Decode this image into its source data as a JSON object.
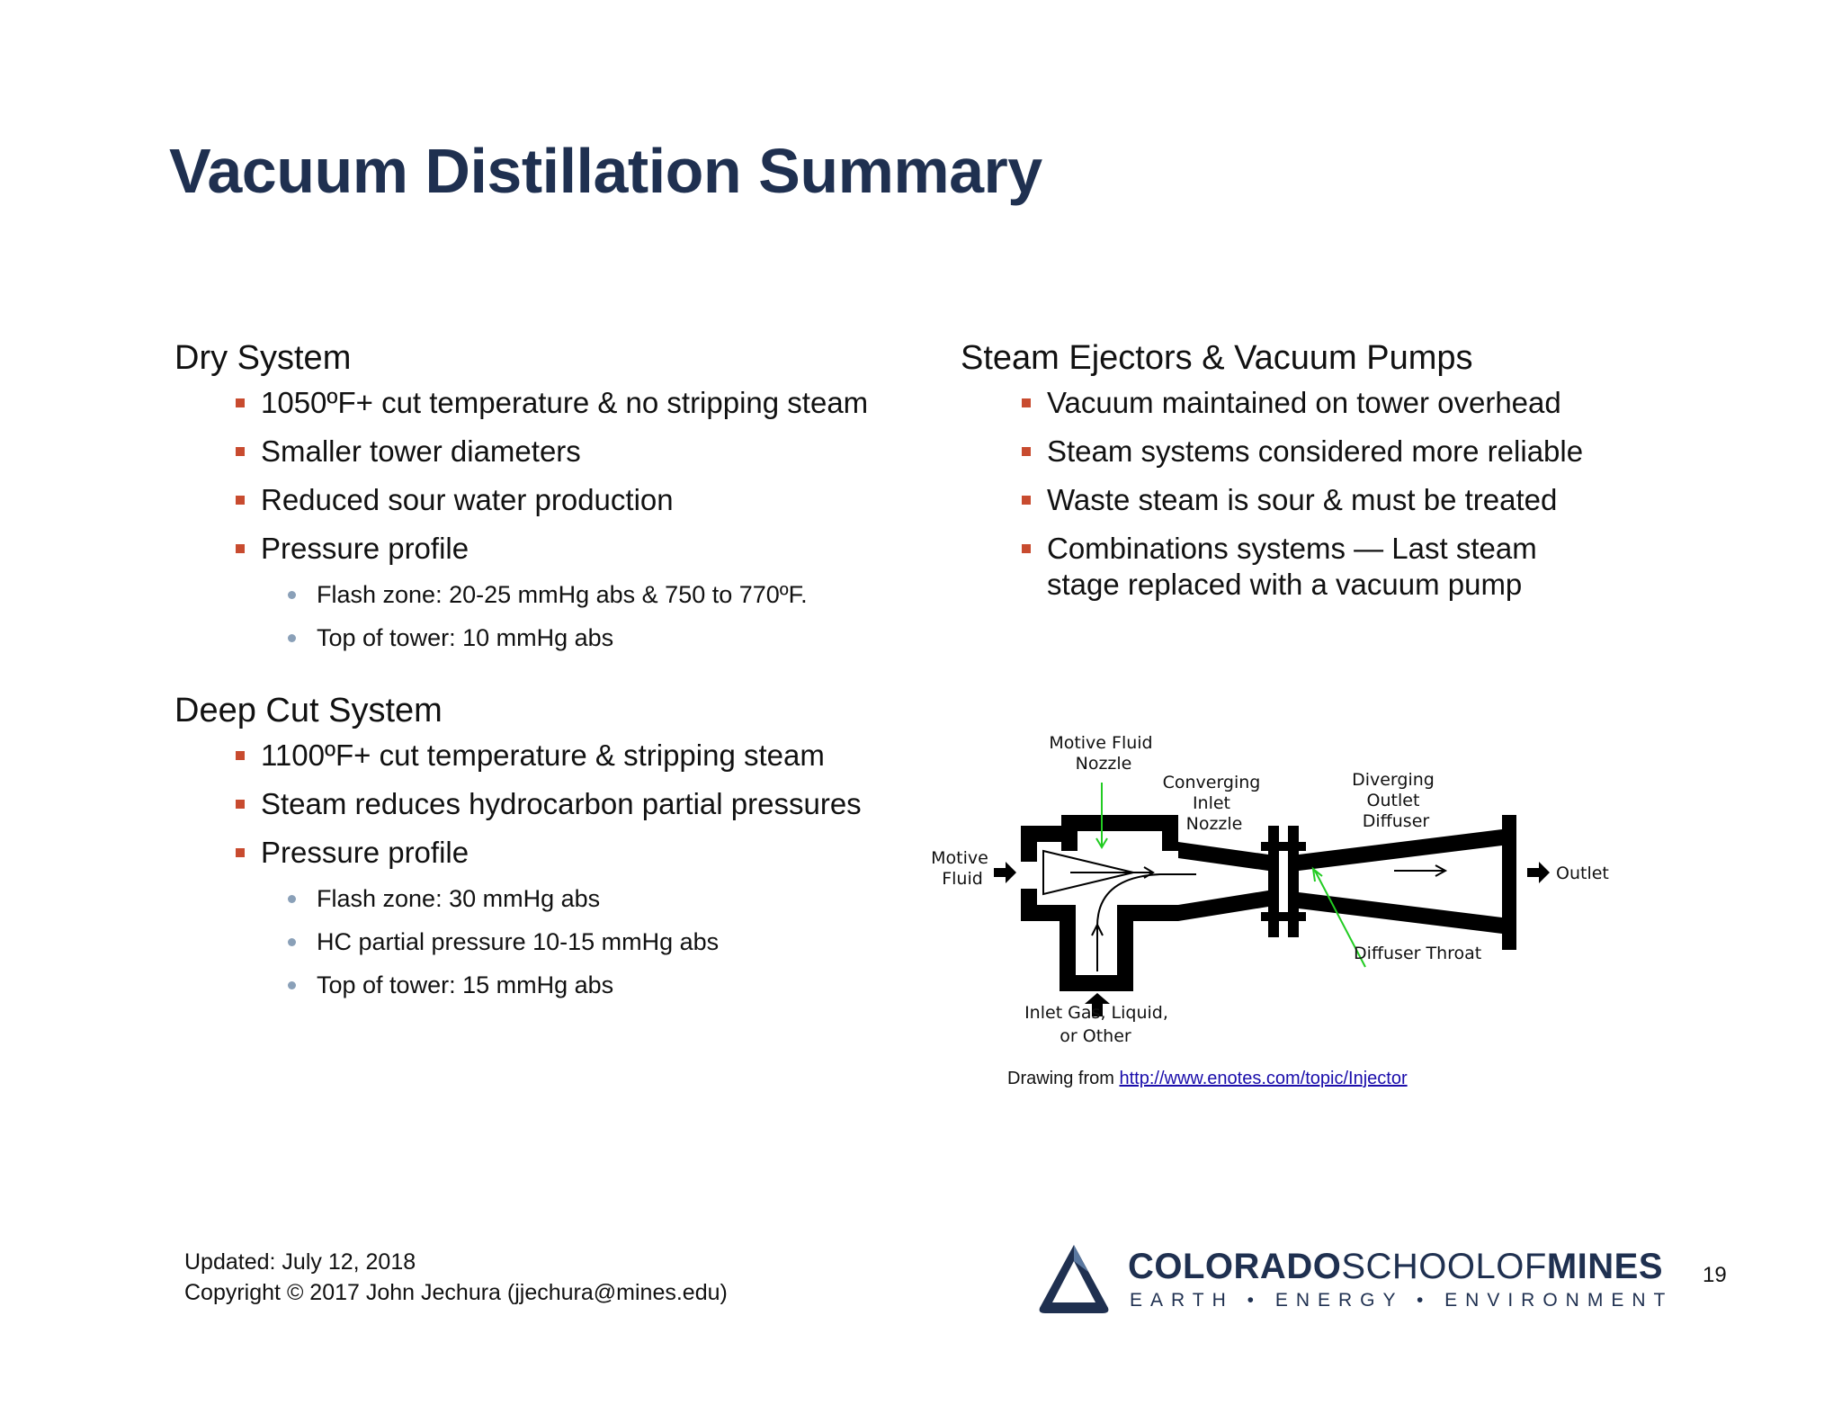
{
  "title": "Vacuum Distillation Summary",
  "left": {
    "dry": {
      "heading": "Dry System",
      "bullets": [
        "1050ºF+ cut temperature & no stripping steam",
        "Smaller tower diameters",
        "Reduced sour water production",
        "Pressure profile"
      ],
      "sub": [
        "Flash zone: 20-25 mmHg abs & 750 to 770ºF.",
        "Top of  tower: 10 mmHg abs"
      ]
    },
    "deep": {
      "heading": "Deep Cut System",
      "bullets": [
        "1100ºF+ cut temperature & stripping steam",
        "Steam reduces hydrocarbon partial pressures",
        "Pressure profile"
      ],
      "sub": [
        "Flash zone: 30 mmHg abs",
        "HC partial pressure 10-15 mmHg abs",
        "Top of tower: 15 mmHg abs"
      ]
    }
  },
  "right": {
    "heading": "Steam Ejectors & Vacuum Pumps",
    "bullets": [
      "Vacuum maintained on tower overhead",
      "Steam systems considered more reliable",
      "Waste steam is sour & must be treated",
      "Combinations systems — Last steam stage replaced with a vacuum pump"
    ]
  },
  "diagram": {
    "motive_nozzle": [
      "Motive Fluid",
      "Nozzle"
    ],
    "converging": [
      "Converging",
      "Inlet",
      "Nozzle"
    ],
    "diverging": [
      "Diverging",
      "Outlet",
      "Diffuser"
    ],
    "motive_fluid": [
      "Motive",
      "Fluid"
    ],
    "outlet": "Outlet",
    "diffuser_throat": "Diffuser Throat",
    "inlet": [
      "Inlet Gas, Liquid,",
      "or Other"
    ],
    "arrow_color": "#22cc22"
  },
  "caption": {
    "prefix": "Drawing from ",
    "link": "http://www.enotes.com/topic/Injector"
  },
  "footer": {
    "updated": "Updated: July 12, 2018",
    "copyright": "Copyright © 2017 John Jechura (jjechura@mines.edu)"
  },
  "logo": {
    "colorado": "COLORADO",
    "school_of": "SCHOOLOF",
    "mines": "MINES",
    "tagline": "EARTH • ENERGY • ENVIRONMENT"
  },
  "page_number": "19"
}
